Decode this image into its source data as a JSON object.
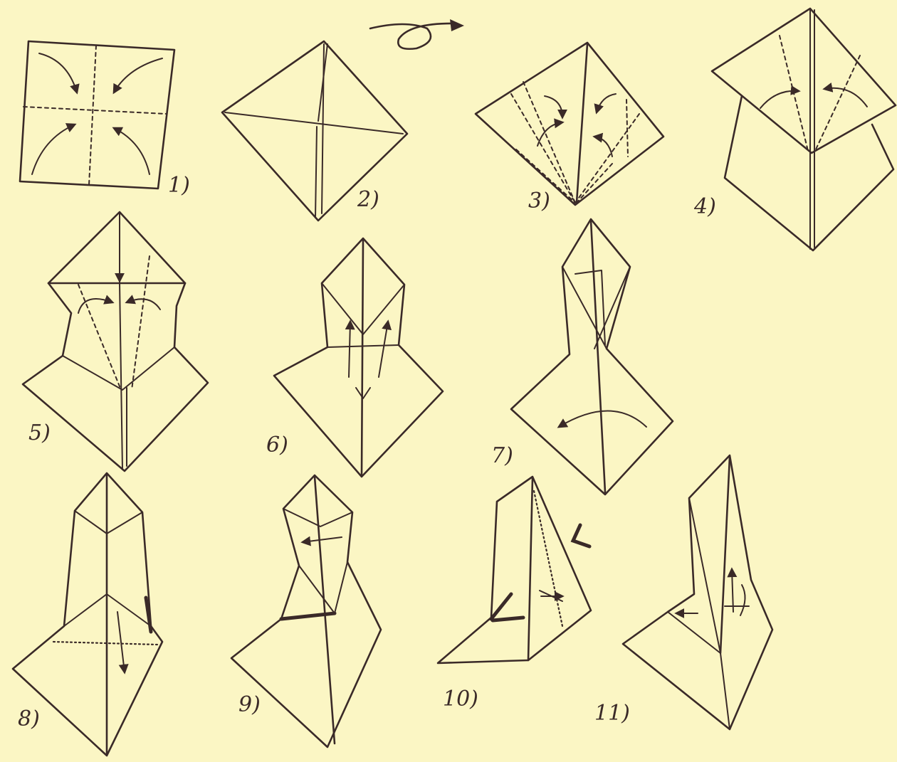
{
  "steps": [
    {
      "label": "1)"
    },
    {
      "label": "2)"
    },
    {
      "label": "3)"
    },
    {
      "label": "4)"
    },
    {
      "label": "5)"
    },
    {
      "label": "6)"
    },
    {
      "label": "7)"
    },
    {
      "label": "8)"
    },
    {
      "label": "9)"
    },
    {
      "label": "10)"
    },
    {
      "label": "11)"
    }
  ],
  "colors": {
    "paper": "#fbf6c4",
    "ink": "#3a2a28"
  }
}
